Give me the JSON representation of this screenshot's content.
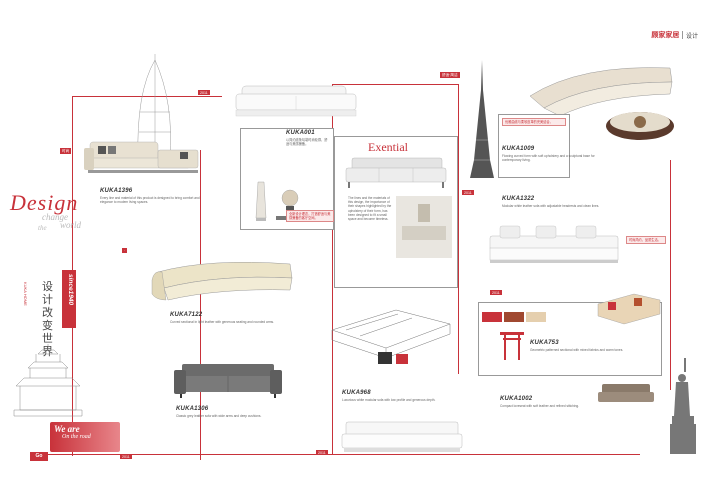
{
  "brand": {
    "name": "Kuka 顾家家居",
    "logo_text": "顾家家居",
    "section": "设计"
  },
  "left": {
    "title_design": "Design",
    "title_change": "change",
    "title_the": "the",
    "title_world": "world",
    "since": "since1940",
    "cn_slogan": "设计改变世界",
    "kuka_home": "KUKA HOME",
    "we_are": "We are",
    "on_the_road": "On the road",
    "go": "Go"
  },
  "tags": {
    "t1": "时尚",
    "t2": "2011",
    "t3": "舒适·简洁",
    "t4": "2011",
    "t5": "·",
    "t6": "2011",
    "t7": "2011",
    "t8": "2011"
  },
  "products": [
    {
      "model": "KUKA1396",
      "desc": "Every line and material of this product is designed to bring comfort and elegance to modern living spaces."
    },
    {
      "model": "KUKA001",
      "desc": "以简约线条勾勒时尚轮廓，舒适与美感兼备。"
    },
    {
      "model": "KUKA1009",
      "desc": "Flowing curved form with soft upholstery and a sculptural base for contemporary living."
    },
    {
      "model": "KUKA1322",
      "desc": "Modular white leather sofa with adjustable headrests and clean lines."
    },
    {
      "model": "KUKA7122",
      "desc": "Curved sectional in light leather with generous seating and rounded arms."
    },
    {
      "model": "KUKA753",
      "desc": "Geometric patterned sectional with mixed fabrics and warm tones."
    },
    {
      "model": "KUKA1306",
      "desc": "Classic grey leather sofa with wide arms and deep cushions."
    },
    {
      "model": "KUKA968",
      "desc": "Luxurious white modular sofa with low profile and generous depth."
    },
    {
      "model": "KUKA1002",
      "desc": "Compact loveseat with soft leather and refined stitching."
    }
  ],
  "exential": {
    "title": "Exential",
    "text": "The lines and the materials of this design, the importance of their shapes highlighted by the upholstery of their form, has been designed to fit a small space and become timeless."
  },
  "red_notes": {
    "n1": "全新设计理念，打造舒适与美感兼备的客厅空间。",
    "n2": "优雅曲线与柔软皮革的完美结合。",
    "n3": "时尚简约，品质生活。"
  },
  "colors": {
    "accent": "#c8323a",
    "line": "#c8323a"
  }
}
